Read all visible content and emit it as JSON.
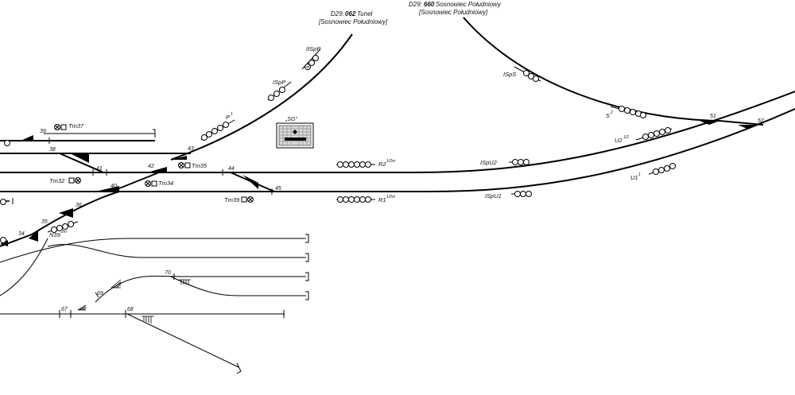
{
  "stations": [
    {
      "line": "D29:",
      "code": "062",
      "name": "Tunel",
      "sub": "[Sosnowiec Południowy]"
    },
    {
      "line": "D29:",
      "code": "660",
      "name": "Sosnowiec Południowy",
      "sub": "[Sosnowiec Południowy]"
    }
  ],
  "box_label": "„SG\"",
  "switches": [
    "39",
    "38",
    "41",
    "42",
    "43",
    "40",
    "36",
    "35",
    "34",
    "44",
    "45",
    "51",
    "52",
    "67",
    "69",
    "70",
    "68"
  ],
  "signals": {
    "IISpP": "IISpP",
    "ISpP": "ISpP",
    "P": "P",
    "P_sup": "1",
    "ISpS": "ISpS",
    "S": "S",
    "S_sup": "2",
    "U2": "U2",
    "U2_sup": "1/2",
    "U1": "U1",
    "U1_sup": "1",
    "R2": "R2",
    "R2_sup": "1/2m",
    "R1": "R1",
    "R1_sup": "1/2m",
    "ISpU2": "ISpU2",
    "ISpU1": "ISpU1",
    "Tm37": "Tm37",
    "Tm35": "Tm35",
    "Tm32": "Tm32",
    "Tm34": "Tm34",
    "Tm39": "Tm39",
    "N39": "N39",
    "N39_sup": "2m"
  }
}
